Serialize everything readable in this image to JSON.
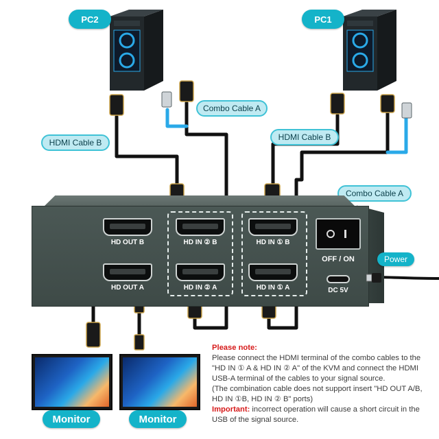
{
  "pcs": {
    "pc2": "PC2",
    "pc1": "PC1"
  },
  "cables": {
    "combo_a_left": "Combo Cable A",
    "hdmi_b_left": "HDMI Cable B",
    "hdmi_b_right": "HDMI Cable B",
    "combo_a_right": "Combo Cable A"
  },
  "ports": {
    "hd_out_b": "HD OUT B",
    "hd_out_a": "HD OUT A",
    "hd_in2_b": "HD IN ② B",
    "hd_in2_a": "HD IN ② A",
    "hd_in1_b": "HD IN ① B",
    "hd_in1_a": "HD IN ① A",
    "off_on": "OFF / ON",
    "dc_5v": "DC 5V"
  },
  "power_label": "Power",
  "monitors": [
    "Monitor",
    "Monitor"
  ],
  "note": {
    "heading": "Please note:",
    "line1": "Please connect the HDMI terminal of the combo cables to the \"HD IN ① A & HD IN ② A\" of the KVM and connect the HDMI  USB-A terminal of the cables to your signal source.",
    "line2": "(The combination cable does not support insert \"HD OUT A/B, HD IN ①B, HD IN ② B\" ports)",
    "important_label": "Important:",
    "important_text": " incorrect operation will cause a short circuit in the USB of the signal source."
  },
  "colors": {
    "accent": "#14b3c9",
    "warning": "#d61a1a",
    "device": "#445250"
  }
}
